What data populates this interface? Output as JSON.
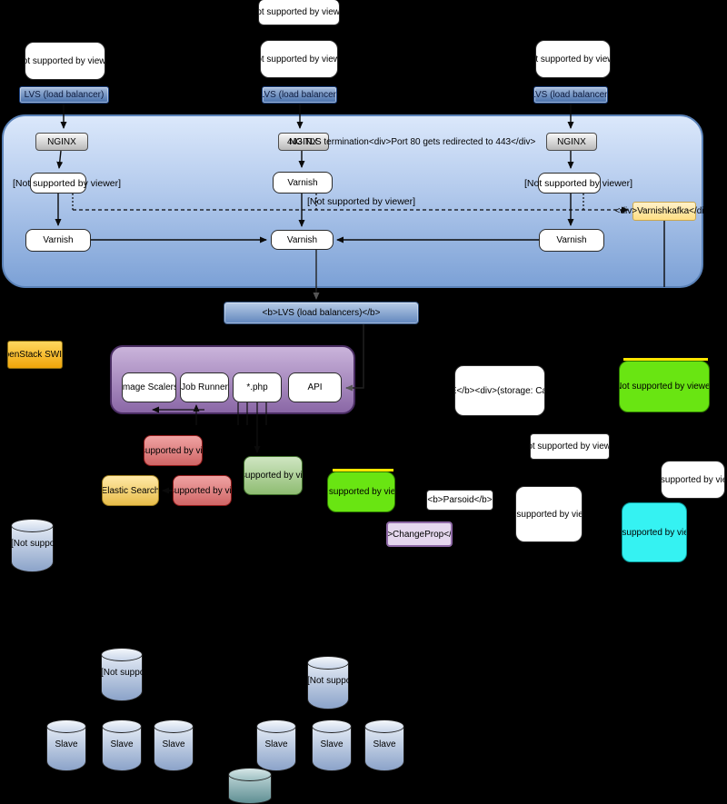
{
  "labels": {
    "nsv": "[Not supported by viewer]",
    "lvs_small": "LVS (load balancer)",
    "lvs_big": "<b>LVS (load balancers)</b>",
    "nginx": "NGINX",
    "tls_note": "443 TLS termination<div>Port 80 gets redirected to 443</div>",
    "varnish": "Varnish",
    "varnishkafka": "<div>Varnishkafka</div>",
    "swift": "OpenStack SWIFT",
    "image_scalers": "Image Scalers",
    "job_runner": "Job Runner",
    "php": "*.php",
    "api": "API",
    "restbase": "<b>RESTBASE</b><div>(storage: Cassandra)</div>",
    "elastic": "Elastic Search",
    "parsoid": "<b>Parsoid</b>",
    "changeprop": "<b>ChangeProp</b>",
    "slave": "Slave"
  },
  "colors": {
    "background": "#000000",
    "container_blue_top": "#dbe8fb",
    "container_blue_bottom": "#7ca1d6",
    "lvs_box_blue": "#4870ab",
    "nginx_gray": "#b9b9b9",
    "varnishkafka_yellow": "#fedf84",
    "swift_orange": "#efa50a",
    "purple_container": "#8a67a6",
    "red_box": "#d06666",
    "elastic_yellow": "#e8bd4a",
    "green_muted": "#8fbd72",
    "green_bright": "#69e512",
    "cyan_box": "#35f2f2",
    "changeprop_lavender": "#e5d7ee",
    "cylinder_blue": "#8ba3c9",
    "highlight_yellow": "#ffe600"
  }
}
